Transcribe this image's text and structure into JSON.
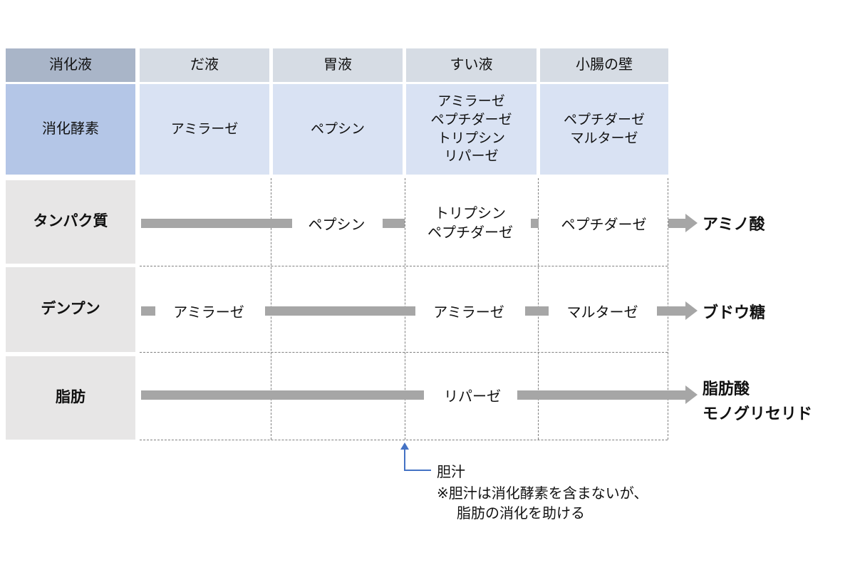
{
  "palette": {
    "header_dark": "#a9b5c8",
    "header_light": "#d6dce4",
    "enzyme_label_bg": "#b4c6e7",
    "enzyme_cell_bg": "#d9e2f3",
    "nutrient_label_bg": "#e7e6e6",
    "bar_gray": "#a6a6a6",
    "dashed_gray": "#808080",
    "annotation_blue": "#4472c4"
  },
  "header": {
    "corner": "消化液",
    "fluids": [
      "だ液",
      "胃液",
      "すい液",
      "小腸の壁"
    ]
  },
  "enzymes": {
    "corner": "消化酵素",
    "saliva": "アミラーゼ",
    "gastric": "ペプシン",
    "pancreatic": [
      "アミラーゼ",
      "ペプチダーゼ",
      "トリプシン",
      "リパーゼ"
    ],
    "intestine": [
      "ペプチダーゼ",
      "マルターゼ"
    ]
  },
  "protein_row": {
    "nutrient": "タンパク質",
    "stage_gastric": "ペプシン",
    "stage_pancreatic_line1": "トリプシン",
    "stage_pancreatic_line2": "ペプチダーゼ",
    "stage_intestine": "ペプチダーゼ",
    "product": "アミノ酸"
  },
  "starch_row": {
    "nutrient": "デンプン",
    "stage_saliva": "アミラーゼ",
    "stage_pancreatic": "アミラーゼ",
    "stage_intestine": "マルターゼ",
    "product": "ブドウ糖"
  },
  "fat_row": {
    "nutrient": "脂肪",
    "stage_pancreatic": "リパーゼ",
    "product_line1": "脂肪酸",
    "product_line2": "モノグリセリド"
  },
  "annotation": {
    "title": "胆汁",
    "note_line1": "※胆汁は消化酵素を含まないが、",
    "note_line2": "脂肪の消化を助ける"
  }
}
